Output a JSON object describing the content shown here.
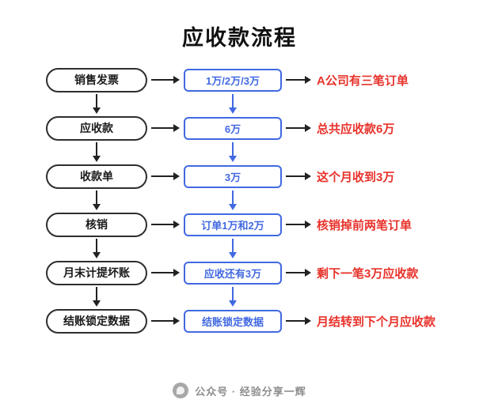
{
  "title": "应收款流程",
  "rows": [
    {
      "left": "销售发票",
      "middle": "1万/2万/3万",
      "right": "A公司有三笔订单"
    },
    {
      "left": "应收款",
      "middle": "6万",
      "right": "总共应收款6万"
    },
    {
      "left": "收款单",
      "middle": "3万",
      "right": "这个月收到3万"
    },
    {
      "left": "核销",
      "middle": "订单1万和2万",
      "right": "核销掉前两笔订单"
    },
    {
      "left": "月末计提坏账",
      "middle": "应收还有3万",
      "right": "剩下一笔3万应收款"
    },
    {
      "left": "结账锁定数据",
      "middle": "结账锁定数据",
      "right": "月结转到下个月应收款"
    }
  ],
  "footer": {
    "text": "公众号 · 经验分享一辉"
  },
  "colors": {
    "accent_blue": "#4169e1",
    "annotation_red": "#e8322b",
    "outline_black": "#2e2e2e",
    "footer_gray": "#8e8e8e"
  }
}
